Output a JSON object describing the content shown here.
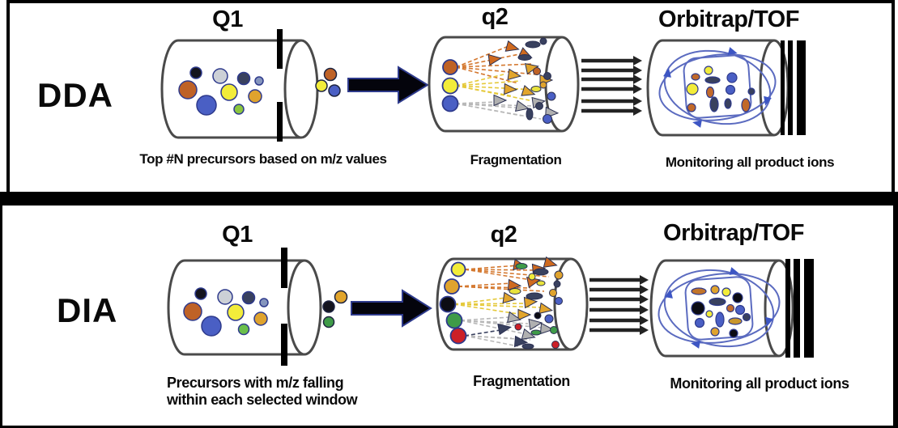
{
  "figure": {
    "panels": [
      {
        "id": "dda",
        "label": "DDA",
        "stages": {
          "q1": {
            "title": "Q1",
            "caption": "Top #N precursors based on m/z values"
          },
          "q2": {
            "title": "q2",
            "caption": "Fragmentation"
          },
          "analyzer": {
            "title": "Orbitrap/TOF",
            "caption": "Monitoring all product ions"
          }
        }
      },
      {
        "id": "dia",
        "label": "DIA",
        "stages": {
          "q1": {
            "title": "Q1",
            "caption": "Precursors with m/z falling\nwithin each selected window"
          },
          "q2": {
            "title": "q2",
            "caption": "Fragmentation"
          },
          "analyzer": {
            "title": "Orbitrap/TOF",
            "caption": "Monitoring all product ions"
          }
        }
      }
    ],
    "palette": {
      "frame": "#000000",
      "cylinder_outline": "#4a4a4a",
      "orbit_blue": "#5b6bc0",
      "ion_orange": "#bf6226",
      "ion_yellow": "#f2ec3a",
      "ion_blue": "#4a5fc4",
      "ion_amber": "#dfa32e",
      "ion_green_light": "#6abf4b",
      "ion_green_dark": "#3f9b48",
      "ion_red": "#cc2027",
      "ion_black": "#14141e",
      "ion_grey": "#ccd0d6",
      "ion_navy": "#39415f",
      "fragment_orange": "#cf6a1f",
      "fragment_amber": "#e2a52c",
      "fragment_grey": "#b0b0b0"
    }
  }
}
